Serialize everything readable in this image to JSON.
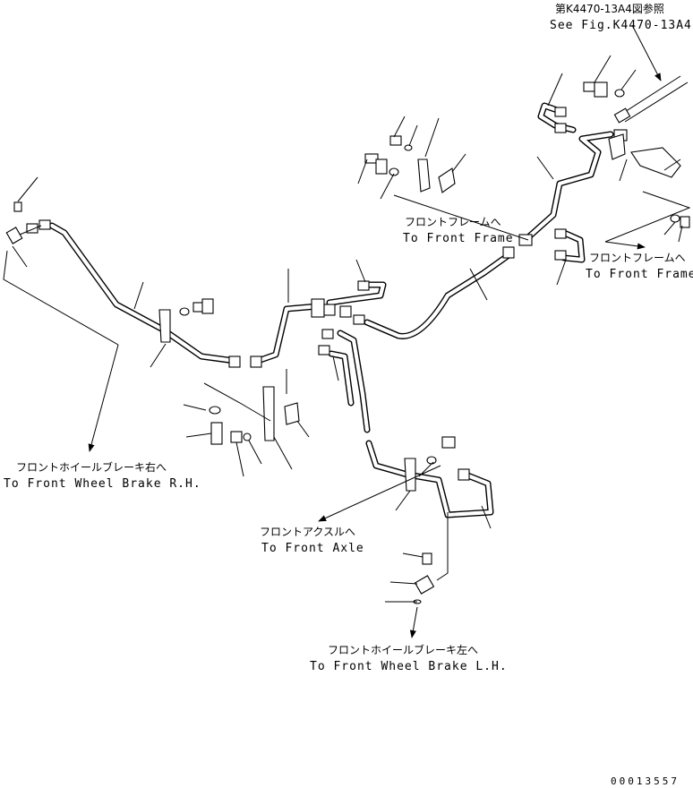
{
  "reference": {
    "jp": "第K4470-13A4図参照",
    "en": "See Fig.K4470-13A4"
  },
  "destinations": {
    "front_frame_1_jp": "フロントフレームへ",
    "front_frame_1_en": "To Front Frame",
    "front_frame_2_jp": "フロントフレームへ",
    "front_frame_2_en": "To Front Frame",
    "wheel_brake_rh_jp": "フロントホイールブレーキ右へ",
    "wheel_brake_rh_en": "To Front Wheel Brake R.H.",
    "front_axle_jp": "フロントアクスルへ",
    "front_axle_en": "To Front Axle",
    "wheel_brake_lh_jp": "フロントホイールブレーキ左へ",
    "wheel_brake_lh_en": "To Front Wheel Brake L.H."
  },
  "drawing_number": "00013557"
}
